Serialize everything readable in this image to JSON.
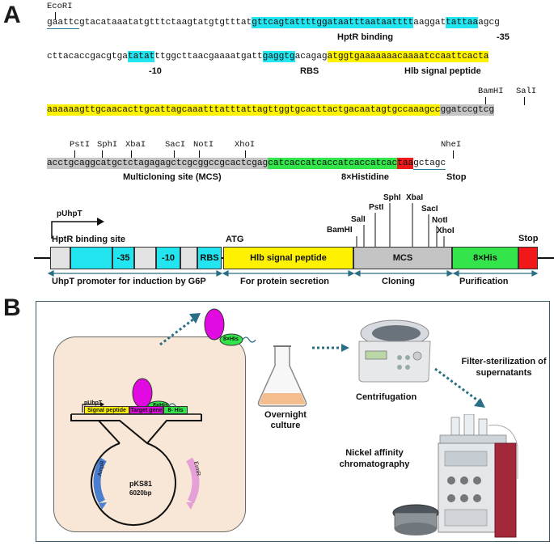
{
  "panel_a": {
    "letter": "A",
    "sequence": {
      "line1": {
        "seg1": "gaattc",
        "seg2": "gtacataaatatgtttctaagtatgtgtttat",
        "seg3": "gttcagtattttggataatttaataatttt",
        "seg4": "aaggat",
        "seg5": "tattaa",
        "seg6": "agcg"
      },
      "line2": {
        "seg1": "cttacaccgacgtga",
        "seg2": "tatat",
        "seg3": "ttggcttaacgaaaatgatt",
        "seg4": "gaggtg",
        "seg5": "acagag",
        "seg6": "atggtgaaaaaaacaaaatccaattcacta"
      },
      "line3": {
        "seg1": "aaaaaagttgcaacacttgcattagcaaatttatttattagttggtgcacttactgacaatagtgccaaagcc",
        "seg2": "ggatccgtcg"
      },
      "line4": {
        "seg1": "acctgcaggcatgctctagagagctcgcggccgcactcgag",
        "seg2": "catcaccatcaccatcaccatcac",
        "seg3": "taa",
        "seg4": "gctagc"
      }
    },
    "sites": {
      "ecori": "EcoRI",
      "bamhi": "BamHI",
      "sali": "SalI",
      "psti": "PstI",
      "sphi": "SphI",
      "xbai": "XbaI",
      "saci": "SacI",
      "noti": "NotI",
      "xhoi": "XhoI",
      "nhei": "NheI"
    },
    "labels": {
      "hptr_binding": "HptR binding",
      "minus35": "-35",
      "minus10": "-10",
      "rbs": "RBS",
      "hlb_signal": "Hlb signal peptide",
      "mcs": "Multicloning site (MCS)",
      "his": "8×Histidine",
      "stop": "Stop"
    },
    "map": {
      "puhpt": "pUhpT",
      "hptr_site": "HptR binding site",
      "box_minus35": "-35",
      "box_minus10": "-10",
      "box_rbs": "RBS",
      "atg": "ATG",
      "box_signal": "Hlb signal peptide",
      "box_mcs": "MCS",
      "box_his": "8×His",
      "stop": "Stop",
      "site_bamhi": "BamHI",
      "site_sali": "SalI",
      "site_psti": "PstI",
      "site_sphi": "SphI",
      "site_xbai": "XbaI",
      "site_saci": "SacI",
      "site_noti": "NotI",
      "site_xhoi": "XhoI",
      "bottom_promoter": "UhpT promoter for induction by G6P",
      "bottom_secretion": "For protein secretion",
      "bottom_cloning": "Cloning",
      "bottom_purification": "Purification"
    }
  },
  "panel_b": {
    "letter": "B",
    "cell": {
      "puhpt": "pUhpT",
      "signal_peptide": "Signal peptide",
      "target_gene": "Target gene",
      "his": "8- His",
      "his_tag": "8×His",
      "plasmid_name": "pKS81",
      "plasmid_size": "6020bp",
      "ampr": "AmpR",
      "ermr": "ErmR"
    },
    "secreted_his": "8×His",
    "steps": {
      "overnight": "Overnight culture",
      "centrifugation": "Centrifugation",
      "filter": "Filter-sterilization of supernatants",
      "nickel": "Nickel affinity chromatography"
    }
  },
  "colors": {
    "cyan": "#22e5ef",
    "yellow": "#fff200",
    "gray": "#c4c4c4",
    "green": "#33e54a",
    "red": "#f01818",
    "magenta": "#e10ae0",
    "arrow_teal": "#2a6f86"
  }
}
